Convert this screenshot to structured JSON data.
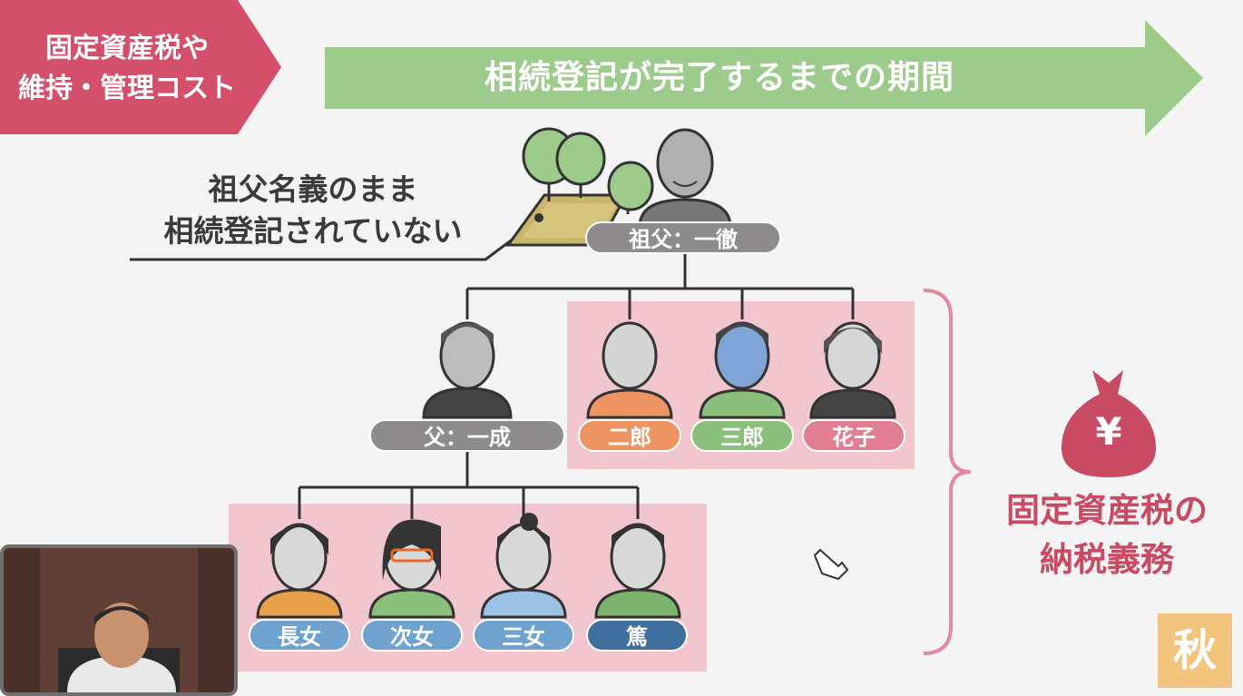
{
  "header": {
    "topic_line1": "固定資産税や",
    "topic_line2": "維持・管理コスト",
    "period": "相続登記が完了するまでの期間"
  },
  "note": {
    "line1": "祖父名義のまま",
    "line2": "相続登記されていない"
  },
  "family": {
    "grandfather": "祖父：一徹",
    "father": "父：一成",
    "uncles_aunt": [
      "二郎",
      "三郎",
      "花子"
    ],
    "children": [
      "長女",
      "次女",
      "三女",
      "篤"
    ]
  },
  "tax": {
    "line1": "固定資産税の",
    "line2": "納税義務",
    "symbol": "¥"
  },
  "badge": "秋",
  "colors": {
    "topic": "#d44f6a",
    "period": "#9ccb8c",
    "pink_zone": "#f2c6cf",
    "gray_pill": "#8d8b8b",
    "jiro": "#ee9462",
    "saburo": "#8ac07b",
    "hanako": "#e27e92",
    "child_blue": "#6fa2cf",
    "atsushi": "#3f6f9c",
    "tax_red": "#c94a63"
  }
}
